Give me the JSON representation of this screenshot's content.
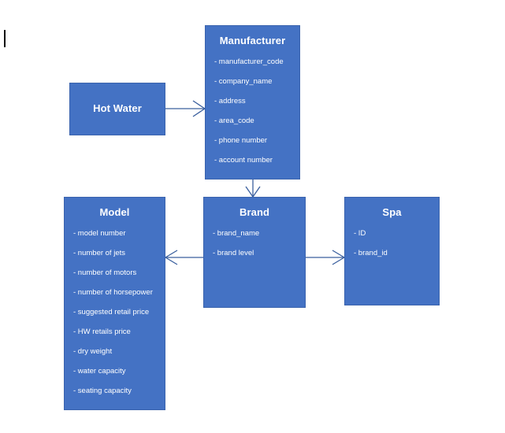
{
  "diagram": {
    "type": "entity-relationship-diagram",
    "notation": "crows-foot",
    "background_color": "#ffffff",
    "entity_fill_color": "#4472C4",
    "entity_border_color": "#3a63ad",
    "entity_text_color": "#ffffff",
    "connector_color": "#3a5f9e"
  },
  "entities": {
    "hot_water": {
      "title": "Hot Water",
      "attributes": []
    },
    "manufacturer": {
      "title": "Manufacturer",
      "attributes": [
        "- manufacturer_code",
        "- company_name",
        "- address",
        "- area_code",
        "- phone number",
        "- account number"
      ]
    },
    "model": {
      "title": "Model",
      "attributes": [
        "- model number",
        "- number of jets",
        "- number of motors",
        "- number of horsepower",
        "- suggested retail price",
        "- HW retails price",
        "- dry weight",
        "- water capacity",
        "- seating capacity"
      ]
    },
    "brand": {
      "title": "Brand",
      "attributes": [
        "- brand_name",
        "- brand level"
      ]
    },
    "spa": {
      "title": "Spa",
      "attributes": [
        "- ID",
        "- brand_id"
      ]
    }
  },
  "relationships": [
    {
      "name": "hot-water-to-manufacturer",
      "from": "hot_water",
      "to": "manufacturer",
      "many_end": "manufacturer"
    },
    {
      "name": "manufacturer-to-brand",
      "from": "manufacturer",
      "to": "brand",
      "many_end": "brand"
    },
    {
      "name": "model-to-brand",
      "from": "model",
      "to": "brand",
      "many_end": "model"
    },
    {
      "name": "brand-to-spa",
      "from": "brand",
      "to": "spa",
      "many_end": "spa"
    }
  ]
}
